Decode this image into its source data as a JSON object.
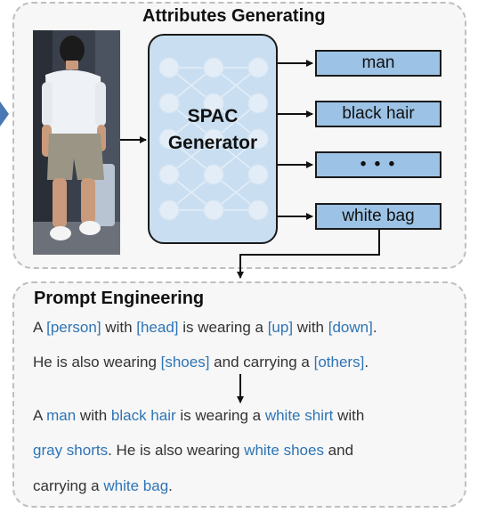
{
  "attributes_section": {
    "title": "Attributes Generating",
    "generator_label_line1": "SPAC",
    "generator_label_line2": "Generator",
    "attributes": [
      "man",
      "black hair",
      "• • •",
      "white bag"
    ]
  },
  "prompt_section": {
    "title": "Prompt Engineering",
    "template_line1": {
      "t0": "A ",
      "p0": "[person]",
      "t1": " with ",
      "p1": "[head]",
      "t2": " is wearing a ",
      "p2": "[up]",
      "t3": " with ",
      "p3": "[down]",
      "t4": "."
    },
    "template_line2": {
      "t0": "He is also wearing ",
      "p0": "[shoes]",
      "t1": " and carrying a ",
      "p1": "[others]",
      "t2": "."
    },
    "filled_line1": {
      "t0": "A ",
      "p0": "man",
      "t1": " with ",
      "p1": "black hair",
      "t2": " is wearing a ",
      "p2": "white shirt",
      "t3": " with"
    },
    "filled_line2": {
      "p0": "gray shorts",
      "t0": ". He is also wearing ",
      "p1": "white shoes",
      "t1": " and"
    },
    "filled_line3": {
      "t0": "carrying a ",
      "p0": "white bag",
      "t1": "."
    }
  }
}
